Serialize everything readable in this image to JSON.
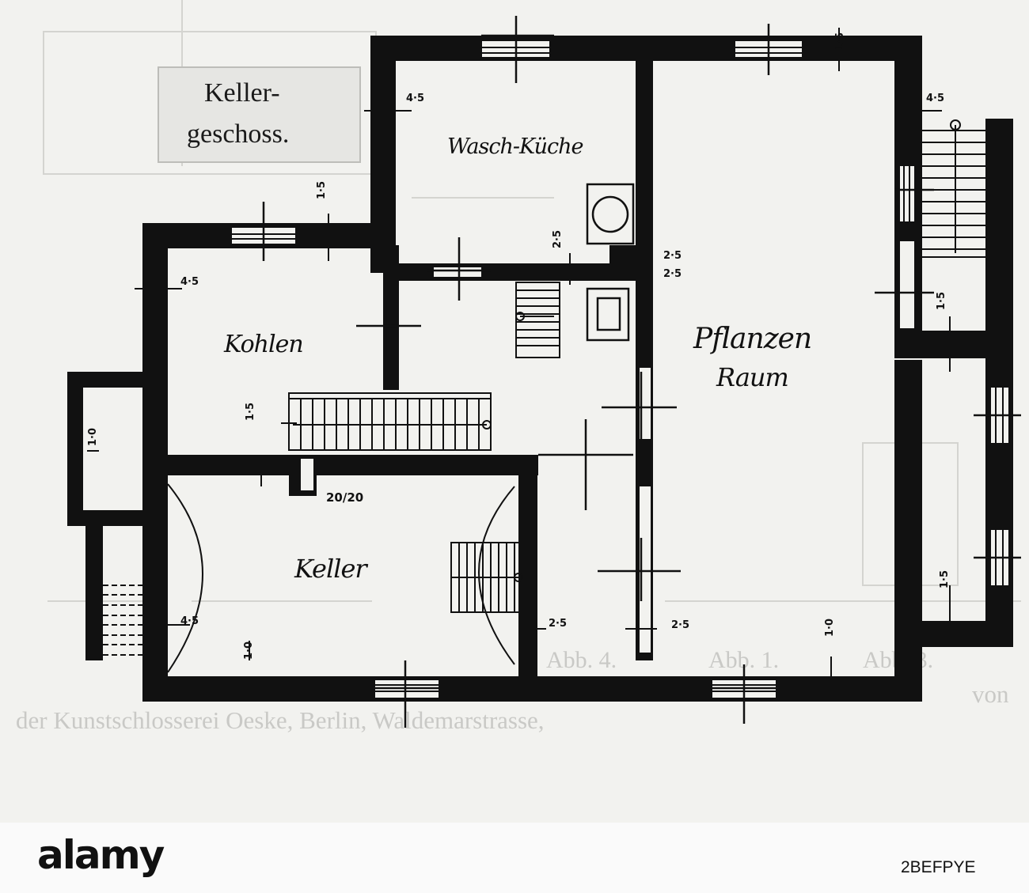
{
  "plan": {
    "title_line1": "Keller-",
    "title_line2": "geschoss.",
    "rooms": {
      "wasch_kueche": "Wasch-Küche",
      "kohlen": "Kohlen",
      "pflanzen_line1": "Pflanzen",
      "pflanzen_line2": "Raum",
      "keller": "Keller"
    },
    "dimensions": {
      "d1": "4·5",
      "d2": "4·5",
      "d3": "4·5",
      "d4": "4·5",
      "d5": "2·5",
      "d6": "2·5",
      "d7": "2·5",
      "d8": "20/20",
      "d9": "2·5",
      "d10": "2·5",
      "d11": "1·5",
      "d12": "1·5",
      "d13": "1·5",
      "d14": "1·5",
      "d15": "1·0",
      "d16": "1·0",
      "d17": "1·0",
      "d18": "1·5"
    },
    "bleed_text": {
      "b1": "Abb. 3.",
      "b2": "Abb. 1.",
      "b3": "Abb. 4.",
      "b4": "der Kunstschlosserei Oeske, Berlin, Waldemarstrasse, ",
      "b5": "von"
    }
  },
  "footer": {
    "brand": "alamy",
    "stock_id": "2BEFPYE"
  },
  "colors": {
    "ink": "#111111",
    "paper": "#f2f2ef",
    "footer_bg": "#fafafa"
  }
}
